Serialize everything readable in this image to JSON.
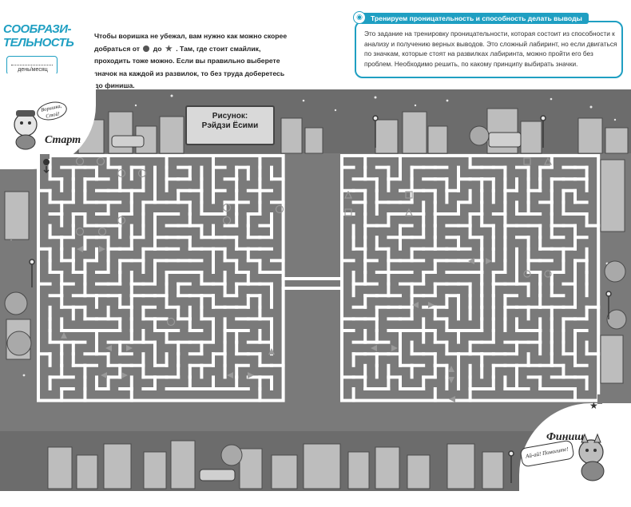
{
  "header": {
    "title_line1": "СООБРАЗИ-",
    "title_line2": "ТЕЛЬНОСТЬ",
    "date_label": "день/месяц"
  },
  "instruction": {
    "part1": "Чтобы воришка не убежал, вам нужно как можно скорее добраться от",
    "word_to": "до",
    "part2": ". Там, где стоит смайлик, проходить тоже можно. Если вы правильно выберете значок на каждой из развилок, то без труда доберетесь до финиша."
  },
  "info": {
    "heading": "Тренируем проницательность и способность делать выводы",
    "body": "Это задание на тренировку проницательности, которая состоит из способности к анализу и получению верных выводов. Это сложный лабиринт, но если двигаться по значкам, которые стоят на развилках лабиринта, можно пройти его без проблем. Необходимо решить, по какому принципу выбирать значки."
  },
  "illustration": {
    "caption_line1": "Рисунок:",
    "caption_line2": "Рэйдзи Ёсими",
    "start_label": "Старт",
    "finish_label": "Финиш",
    "speech_stop": "Воришка, Стой!",
    "speech_help": "Ай-ай! Помогите!"
  },
  "colors": {
    "accent": "#1f9fc2",
    "maze_wall": "#ffffff",
    "maze_path": "#7a7a7a",
    "marker": "#9a9a9a"
  },
  "icons": {
    "start_marker": "circle-icon",
    "finish_marker": "star-icon",
    "junction_markers": [
      "arrow-icon",
      "smiley-icon",
      "square-icon",
      "triangle-icon",
      "circle-icon"
    ]
  }
}
